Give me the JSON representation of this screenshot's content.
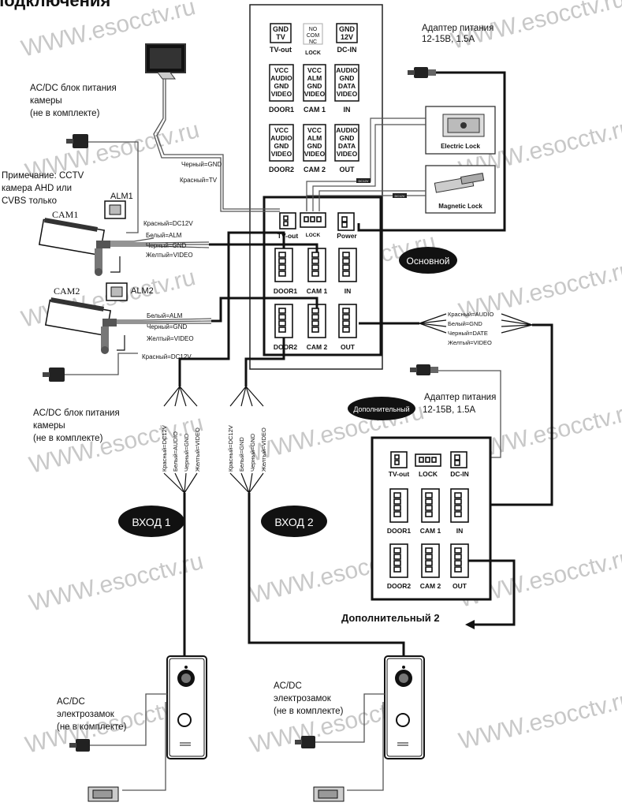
{
  "header": {
    "title_fragment": "подключения"
  },
  "watermark": "WWW.esocctv.ru",
  "wm_short": "esocctv.ru",
  "main_panel": {
    "top_blocks": [
      {
        "lines": [
          "GND",
          "TV"
        ],
        "caption": "TV-out"
      },
      {
        "lines": [
          "NO",
          "COM",
          "NC"
        ],
        "caption": "LOCK"
      },
      {
        "lines": [
          "GND",
          "12V"
        ],
        "caption": "DC-IN"
      }
    ],
    "mid_blocks": [
      {
        "lines": [
          "VCC",
          "AUDIO",
          "GND",
          "VIDEO"
        ],
        "caption": "DOOR1"
      },
      {
        "lines": [
          "VCC",
          "ALM",
          "GND",
          "VIDEO"
        ],
        "caption": "CAM 1"
      },
      {
        "lines": [
          "AUDIO",
          "GND",
          "DATA",
          "VIDEO"
        ],
        "caption": "IN"
      }
    ],
    "low_blocks": [
      {
        "lines": [
          "VCC",
          "AUDIO",
          "GND",
          "VIDEO"
        ],
        "caption": "DOOR2"
      },
      {
        "lines": [
          "VCC",
          "ALM",
          "GND",
          "VIDEO"
        ],
        "caption": "CAM 2"
      },
      {
        "lines": [
          "AUDIO",
          "GND",
          "DATA",
          "VIDEO"
        ],
        "caption": "OUT"
      }
    ],
    "connectors": {
      "tvout": "TV-out",
      "lock": "LOCK",
      "power": "Power",
      "door1": "DOOR1",
      "cam1": "CAM 1",
      "in": "IN",
      "door2": "DOOR2",
      "cam2": "CAM 2",
      "out": "OUT"
    },
    "badge": "Основной"
  },
  "adapter_main": {
    "line1": "Адаптер питания",
    "line2": "12-15В, 1.5А"
  },
  "adapter_ext": {
    "line1": "Адаптер питания",
    "line2": "12-15В, 1.5А"
  },
  "electric_lock": "Electric Lock",
  "magnetic_lock": "Magnetic Lock",
  "small_labels": {
    "dc12v": "DC12V",
    "dc12v_b": "DC12V"
  },
  "camera_psu_top": [
    "AC/DC блок питания",
    "камеры",
    "(не в комплекте)"
  ],
  "camera_psu_mid": [
    "AC/DC блок питания",
    "камеры",
    "(не в комплекте)"
  ],
  "note": [
    "Примечание: CCTV",
    "камера AHD или",
    "CVBS только"
  ],
  "monitor_wires": {
    "black": "Черный=GND",
    "red": "Красный=TV"
  },
  "cam1": {
    "name": "CAM1",
    "alm": "ALM1",
    "red": "Красный=DC12V",
    "white": "Белый=ALM",
    "black": "Черный=GND",
    "yellow": "Желтый=VIDEO"
  },
  "cam2": {
    "name": "CAM2",
    "alm": "ALM2",
    "white": "Белый=ALM",
    "black": "Черный=GND",
    "yellow": "Желтый=VIDEO",
    "red": "Красный=DC12V"
  },
  "out_wires": {
    "red": "Красный=AUDIO",
    "white": "Белый=GND",
    "black": "Черный=DATE",
    "yellow": "Желтый=VIDEO"
  },
  "in1_wires": [
    "Красный=DC12V",
    "Белый=AUDIO",
    "Черный=GND",
    "Желтый=VIDEO"
  ],
  "in2_wires": [
    "Красный=DC12V",
    "Белый=GND",
    "Черный=GND",
    "Желтый=VIDEO"
  ],
  "input1": "ВХОД 1",
  "input2": "ВХОД 2",
  "ext_badge": "Дополнительный",
  "ext_panel": {
    "top": [
      "TV-out",
      "LOCK",
      "DC-IN"
    ],
    "mid": [
      "DOOR1",
      "CAM 1",
      "IN"
    ],
    "low": [
      "DOOR2",
      "CAM 2",
      "OUT"
    ]
  },
  "ext2": "Дополнительный 2",
  "lock1": [
    "AC/DC",
    "электрозамок",
    "(не в комплекте)"
  ],
  "lock2": [
    "AC/DC",
    "электрозамок",
    "(не в комплекте)"
  ]
}
